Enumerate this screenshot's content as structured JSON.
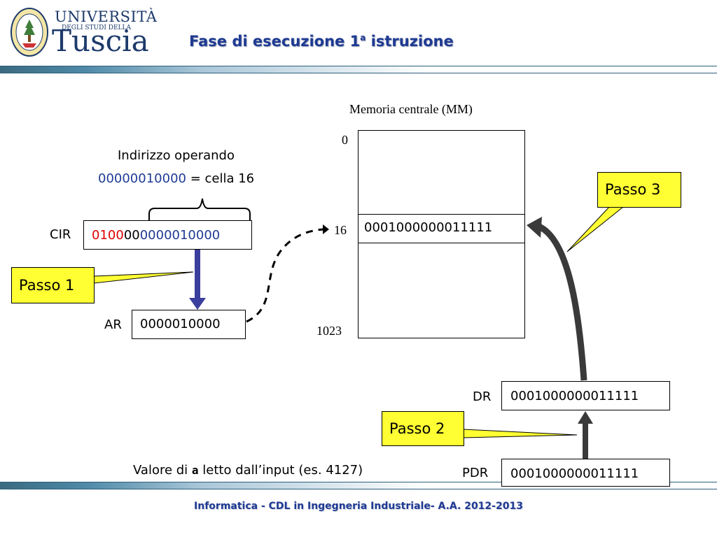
{
  "header": {
    "logo_line1": "UNIVERSITÀ",
    "logo_line2": "DEGLI STUDI DELLA",
    "logo_line3": "Tuscia",
    "title_main": "Fase di esecuzione 1",
    "title_sup": "a",
    "title_rest": " istruzione"
  },
  "footer": {
    "text": "Informatica - CDL in Ingegneria Industriale- A.A. 2012-2013"
  },
  "memory": {
    "title": "Memoria centrale (MM)",
    "addr_0": "0",
    "addr_16": "16",
    "addr_1023": "1023",
    "cell_16_value": "0001000000011111"
  },
  "operand": {
    "caption": "Indirizzo operando",
    "binary": "00000010000",
    "equals_text": " = cella 16"
  },
  "registers": {
    "cir_label": "CIR",
    "cir_opcode": "0100",
    "cir_mode": "00",
    "cir_address": "0000010000",
    "ar_label": "AR",
    "ar_value": "0000010000",
    "dr_label": "DR",
    "dr_value": "0001000000011111",
    "pdr_label": "PDR",
    "pdr_value": "0001000000011111"
  },
  "steps": {
    "step1": "Passo 1",
    "step2": "Passo 2",
    "step3": "Passo 3"
  },
  "input_note": {
    "prefix": "Valore di ",
    "var": "a",
    "suffix": " letto dall’input (es. 4127)"
  },
  "colors": {
    "title_blue": "#1f3a93",
    "opcode_red": "#e00000",
    "arrow_blue": "#3a3f9e",
    "arrow_dark": "#3a3a3a",
    "callout_yellow": "#ffff33"
  }
}
